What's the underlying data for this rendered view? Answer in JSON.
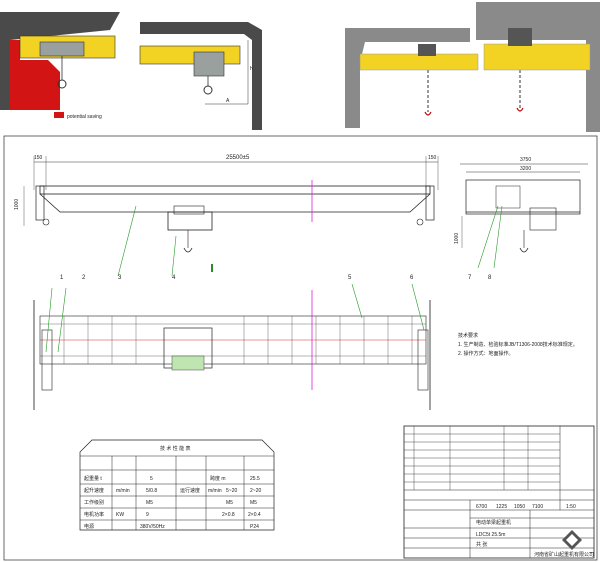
{
  "top_left": {
    "legend_label": "potential saving",
    "dim_h": "h",
    "dim_a": "A"
  },
  "drawing": {
    "top_dim_left": "150",
    "top_dim_total": "25500±5",
    "top_dim_right": "150",
    "side_height": "1000",
    "end_dim_total": "3750",
    "end_dim_inner": "3200",
    "end_height": "1000",
    "callouts_front": [
      "1",
      "2",
      "3",
      "4"
    ],
    "callouts_plan": [
      "5",
      "6"
    ],
    "callouts_end": [
      "7",
      "8"
    ],
    "notes": [
      "技术要求",
      "1. 生产制造、检验标准JB/T1306-2008技术标准规定。",
      "2. 操作方式：地面操作。"
    ]
  },
  "spec_table": {
    "title": "技 术 性 能 表",
    "header_row": [
      "起重量 t",
      "5",
      "跨度 m",
      "25.5"
    ],
    "rows": [
      [
        "起升速度",
        "m/min",
        "5/0.8",
        "运行速度",
        "m/min",
        "5~20",
        "2~20"
      ],
      [
        "工作级别",
        "",
        "M5",
        "",
        "",
        "M5",
        "M5"
      ],
      [
        "电机功率",
        "KW",
        "9",
        "",
        "",
        "2×0.8",
        "2×0.4"
      ],
      [
        "电源",
        "",
        "380V/50Hz",
        "",
        "",
        "",
        "P24"
      ]
    ]
  },
  "title_block": {
    "parts_rows": 8,
    "drawing_title": "电动单梁起重机",
    "model": "LDC5t  25.5m",
    "weight_row": [
      "6700",
      "1225",
      "1050",
      "7100"
    ],
    "company": "河南省矿山起重机有限公司",
    "scale_label": "1:50",
    "sheet_label": "共 张"
  }
}
